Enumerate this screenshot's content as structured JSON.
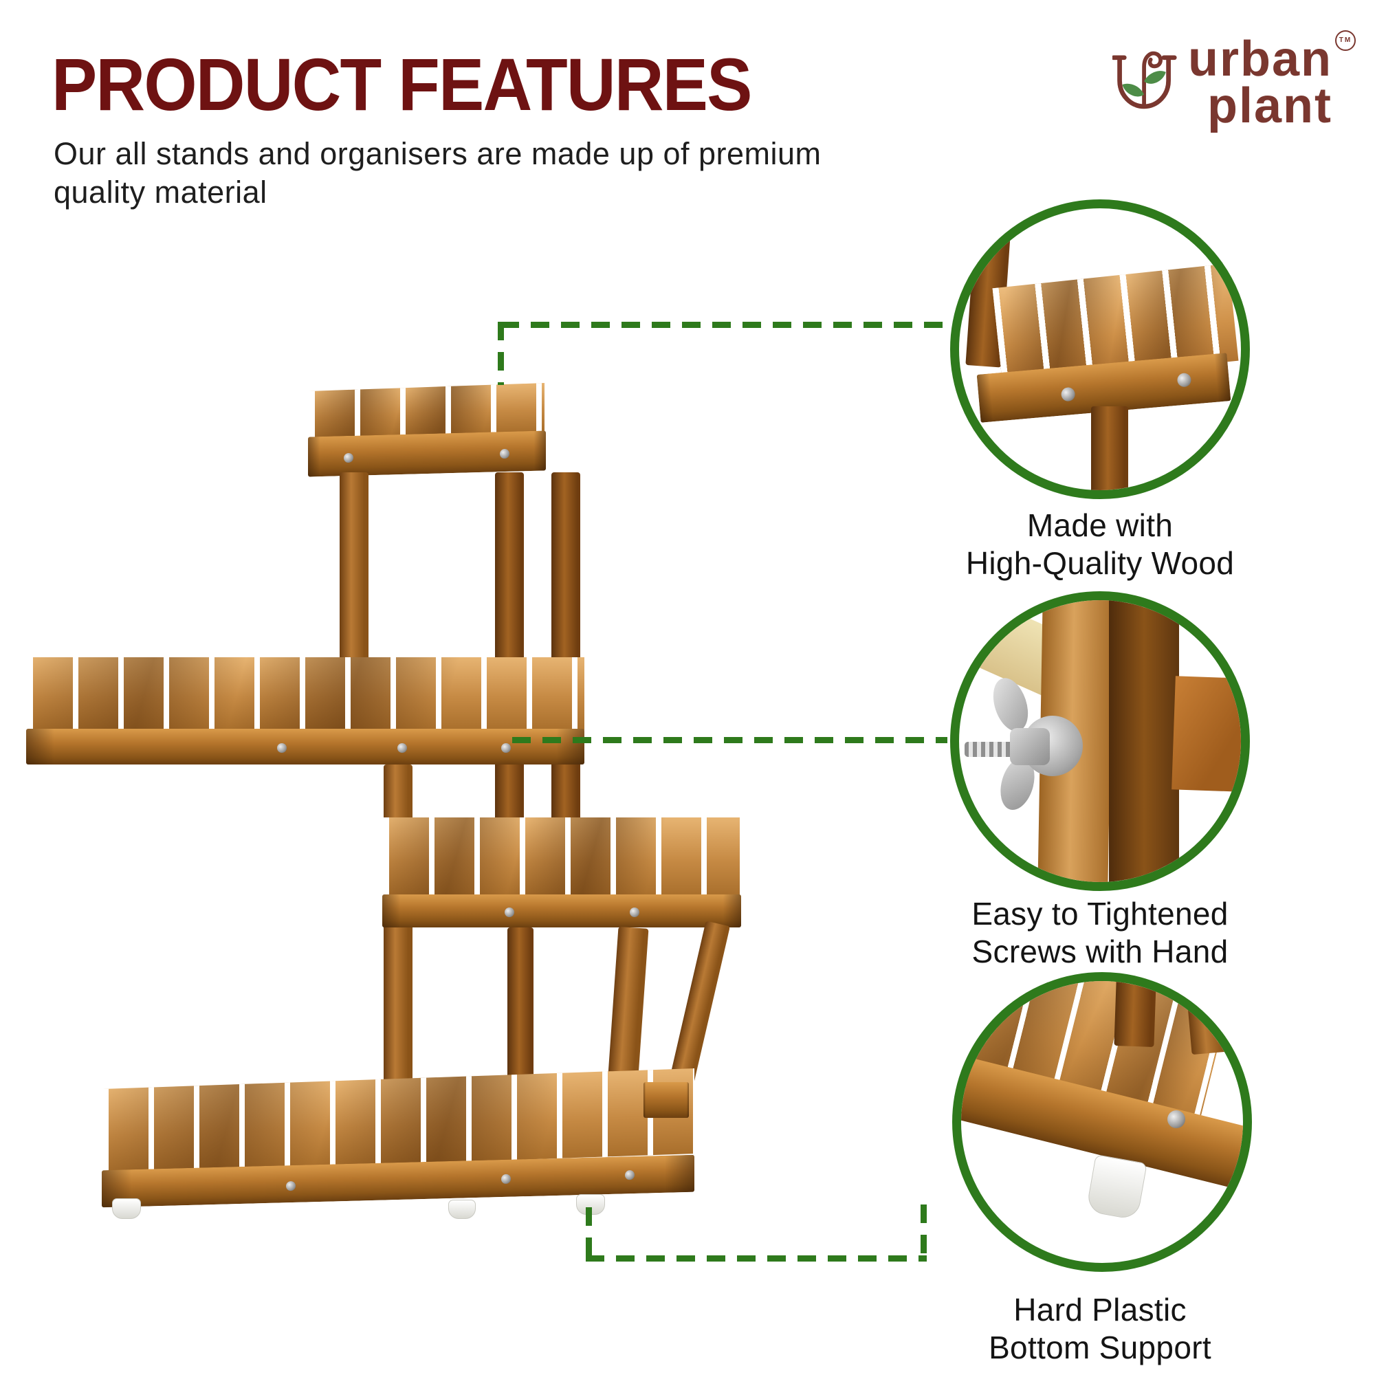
{
  "header": {
    "title": "PRODUCT FEATURES",
    "subtitle_line1": "Our all stands and organisers are made up of premium",
    "subtitle_line2": "quality material"
  },
  "brand": {
    "name_line1": "urban",
    "name_line2": "plant",
    "trademark": "TM"
  },
  "features": [
    {
      "id": "high-quality-wood",
      "label": "Made with\nHigh-Quality Wood"
    },
    {
      "id": "hand-tightened-screws",
      "label": "Easy to Tightened\nScrews with Hand"
    },
    {
      "id": "plastic-bottom-support",
      "label": "Hard Plastic\nBottom Support"
    }
  ],
  "colors": {
    "accent_green": "#2e7a1c",
    "title_maroon": "#6e1212",
    "logo_maroon": "#7a372f",
    "leaf_green": "#4d8c47"
  }
}
